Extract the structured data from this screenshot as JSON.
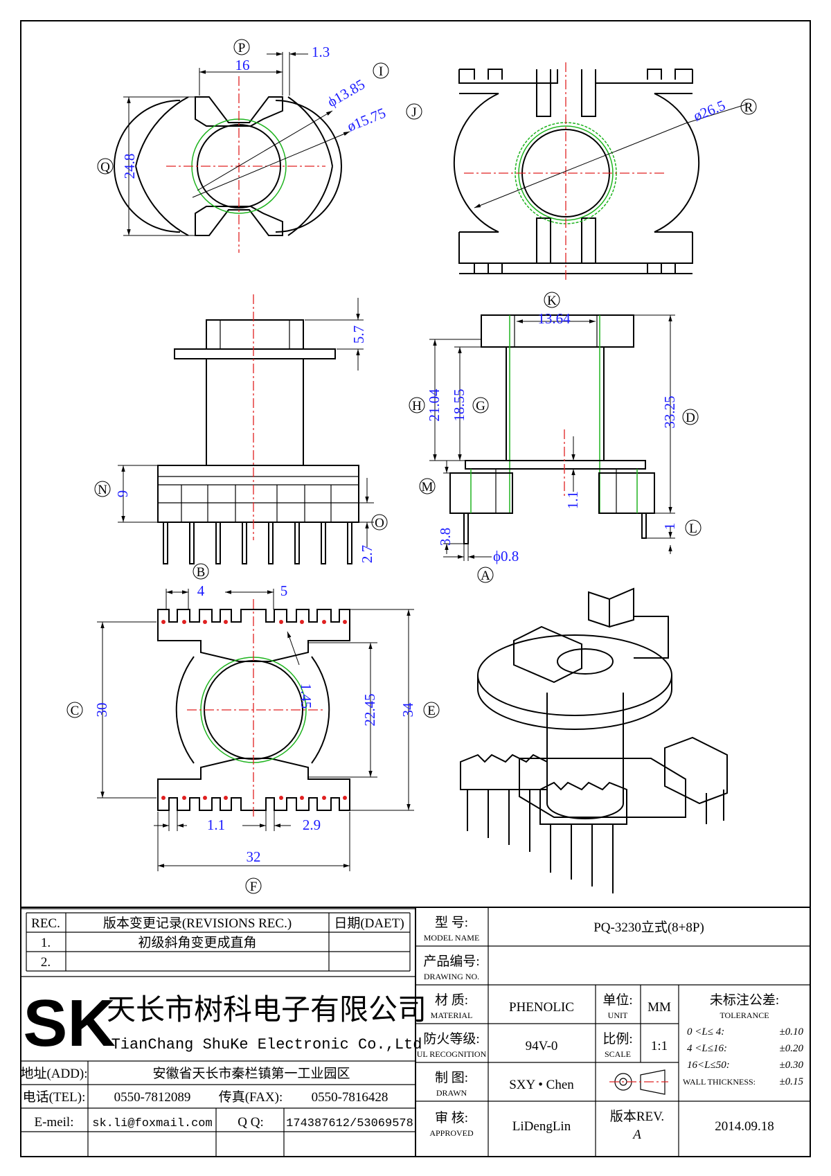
{
  "colors": {
    "dimension": "#1a1aff",
    "centerline": "#e02020",
    "wire": "#1db31d",
    "ink": "#000000"
  },
  "dims": {
    "top_left": {
      "p": "P",
      "w16": "16",
      "w13": "1.3",
      "i": "I",
      "j": "J",
      "d1": "ϕ13.85",
      "d2": "ø15.75",
      "q": "Q",
      "h": "24.8"
    },
    "top_right": {
      "d": "ø26.5",
      "r": "R"
    },
    "mid_left": {
      "h57": "5.7",
      "n": "N",
      "h9": "9",
      "o": "O",
      "h27": "2.7"
    },
    "mid_right": {
      "k": "K",
      "w": "13.64",
      "h": "H",
      "h21": "21.04",
      "g": "G",
      "h18": "18.55",
      "d": "D",
      "h33": "33.25",
      "m": "M",
      "h11": "1.1",
      "h38": "3.8",
      "pin": "ϕ0.8",
      "a": "A",
      "l": "L",
      "l_val": "1"
    },
    "bottom": {
      "b": "B",
      "p4": "4",
      "p5": "5",
      "c": "C",
      "h30": "30",
      "h145": "1.45",
      "h2245": "22.45",
      "h34": "34",
      "e": "E",
      "w11": "1.1",
      "w29": "2.9",
      "w32": "32",
      "f": "F"
    }
  },
  "title_block": {
    "rev_header": "REC.",
    "rev_title": "版本变更记录(REVISIONS REC.)",
    "date_header": "日期(DAET)",
    "rows": [
      {
        "num": "1.",
        "desc": "初级斜角变更成直角",
        "date": ""
      },
      {
        "num": "2.",
        "desc": "",
        "date": ""
      }
    ],
    "logo_text": "SK",
    "company_cn": "天长市树科电子有限公司",
    "company_en": "TianChang ShuKe Electronic Co.,Ltd",
    "addr_label": "地址(ADD):",
    "addr": "安徽省天长市秦栏镇第一工业园区",
    "tel_label": "电话(TEL):",
    "tel": "0550-7812089",
    "fax_label": "传真(FAX):",
    "fax": "0550-7816428",
    "email_label": "E-meil:",
    "email": "sk.li@foxmail.com",
    "qq_label": "Q Q:",
    "qq": "174387612/53069578",
    "model_label_cn": "型 号:",
    "model_label_en": "MODEL NAME",
    "model": "PQ-3230立式(8+8P)",
    "drawing_label_cn": "产品编号:",
    "drawing_label_en": "DRAWING NO.",
    "drawing_no": "",
    "material_label_cn": "材 质:",
    "material_label_en": "MATERIAL",
    "material": "PHENOLIC",
    "unit_label_cn": "单位:",
    "unit_label_en": "UNIT",
    "unit": "MM",
    "fire_label_cn": "防火等级:",
    "fire_label_en": "UL RECOGNITION",
    "fire": "94V-0",
    "scale_label_cn": "比例:",
    "scale_label_en": "SCALE",
    "scale": "1:1",
    "drawn_label_cn": "制 图:",
    "drawn_label_en": "DRAWN",
    "drawn": "SXY • Chen",
    "approved_label_cn": "审 核:",
    "approved_label_en": "APPROVED",
    "approved": "LiDengLin",
    "rev_label": "版本REV.",
    "rev": "A",
    "date": "2014.09.18",
    "tol_title": "未标注公差:",
    "tol_en": "TOLERANCE",
    "tol": [
      {
        "range": "0 <L≤ 4:",
        "val": "±0.10"
      },
      {
        "range": "4 <L≤16:",
        "val": "±0.20"
      },
      {
        "range": "16<L≤50:",
        "val": "±0.30"
      }
    ],
    "wall": "WALL THICKNESS:",
    "wall_val": "±0.15"
  }
}
